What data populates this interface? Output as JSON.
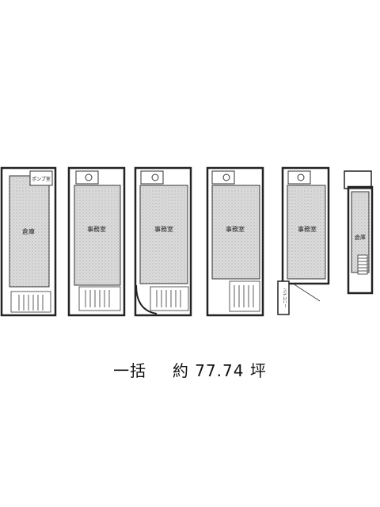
{
  "floors": [
    {
      "room": "倉庫",
      "extra": "ポンプ室"
    },
    {
      "room": "事務室"
    },
    {
      "room": "事務室"
    },
    {
      "room": "事務室"
    },
    {
      "room": "事務室",
      "extra": "バルコニー"
    },
    {
      "room": "倉庫"
    }
  ],
  "caption": {
    "label": "一括",
    "prefix": "約",
    "value": "77.74",
    "unit": "坪"
  },
  "colors": {
    "line": "#222222",
    "fill": "#d9d9d9"
  }
}
